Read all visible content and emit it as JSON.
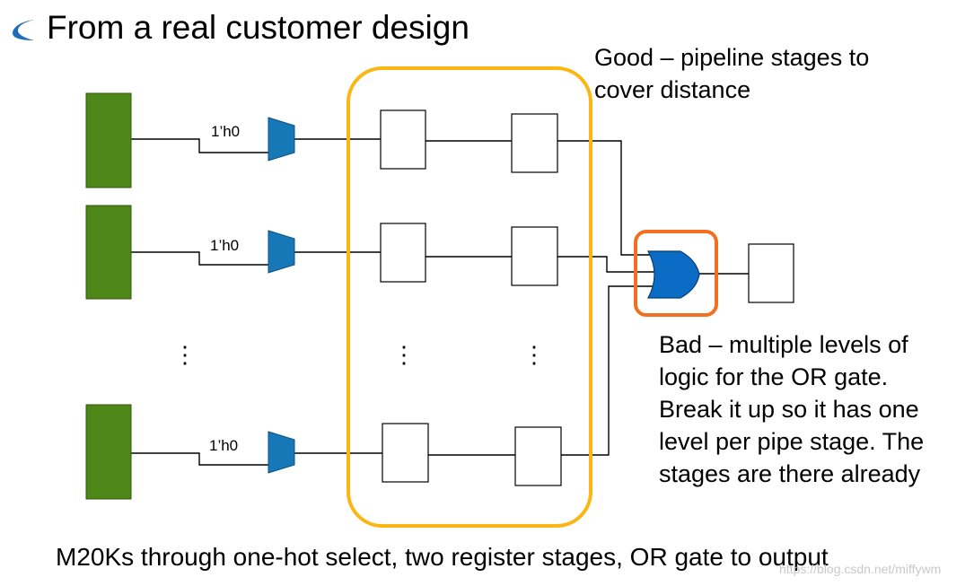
{
  "slide": {
    "title": "From a real customer design",
    "good_note": "Good – pipeline stages to cover distance",
    "good_note_lines": [
      "Good – pipeline stages to",
      "cover distance"
    ],
    "bad_note": "Bad – multiple levels of logic for the OR gate. Break it up so it has one level per pipe stage. The stages are there already",
    "bad_note_lines": [
      "Bad – multiple levels of",
      "logic for the OR gate.",
      "Break it up so it has one",
      "level per pipe stage. The",
      "stages are there already"
    ],
    "caption": "M20Ks through one-hot select, two register stages, OR gate to output",
    "watermark": "https://blog.csdn.net/miffywm"
  },
  "diagram": {
    "constant_labels": [
      "1’h0",
      "1’h0",
      "1’h0"
    ],
    "ellipsis": "⋮",
    "colors": {
      "m20k": "#4c8717",
      "mux": "#1778b8",
      "or_gate": "#0a6cc4",
      "good_highlight": "#fbb614",
      "bad_highlight": "#f26f1f",
      "bullet": "#1f6db5",
      "wire": "#000000"
    },
    "icons": [
      "crescent-bullet-icon"
    ]
  }
}
